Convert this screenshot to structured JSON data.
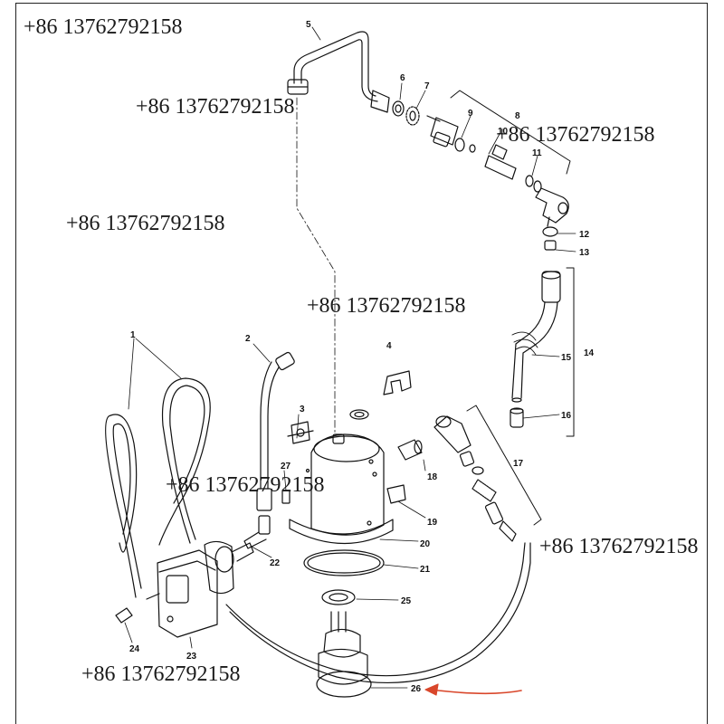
{
  "watermarks": [
    "+86 13762792158",
    "+86 13762792158",
    "+86 13762792158",
    "+86 13762792158",
    "+86 13762792158",
    "+86 13762792158",
    "+86 13762792158",
    "+86 13762792158"
  ],
  "parts": {
    "p1": "1",
    "p2": "2",
    "p3": "3",
    "p4": "4",
    "p5": "5",
    "p6": "6",
    "p7": "7",
    "p8": "8",
    "p9": "9",
    "p10": "10",
    "p11": "11",
    "p12": "12",
    "p13": "13",
    "p14": "14",
    "p15": "15",
    "p16": "16",
    "p17": "17",
    "p18": "18",
    "p19": "19",
    "p20": "20",
    "p21": "21",
    "p22": "22",
    "p23": "23",
    "p24": "24",
    "p25": "25",
    "p26": "26",
    "p27": "27"
  },
  "colors": {
    "line": "#111111",
    "arrow": "#d9472b",
    "bg": "#ffffff"
  }
}
